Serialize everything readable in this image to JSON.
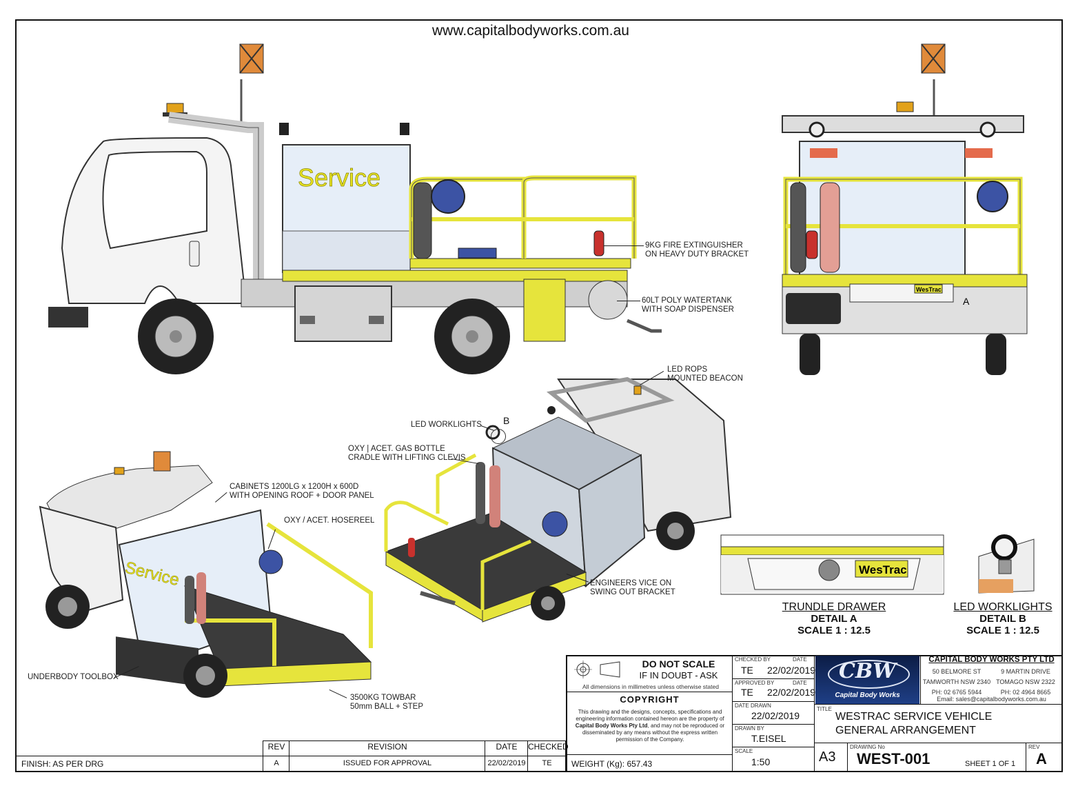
{
  "website": "www.capitalbodyworks.com.au",
  "vehicle_text": {
    "service": "Service",
    "westrac": "WesTrac",
    "detail_letter": "A"
  },
  "callouts": {
    "fire_extinguisher": "9KG FIRE EXTINGUISHER\nON HEAVY DUTY BRACKET",
    "watertank": "60LT POLY WATERTANK\nWITH SOAP DISPENSER",
    "beacon": "LED ROPS\nMOUNTED BEACON",
    "worklights": "LED WORKLIGHTS",
    "gas_bottle": "OXY | ACET. GAS BOTTLE\nCRADLE WITH LIFTING CLEVIS",
    "cabinets": "CABINETS 1200LG x 1200H x 600D\nWITH OPENING ROOF + DOOR PANEL",
    "hosereel": "OXY / ACET. HOSEREEL",
    "vice": "ENGINEERS VICE ON\nSWING OUT BRACKET",
    "toolbox": "UNDERBODY TOOLBOX",
    "towbar": "3500KG TOWBAR\n50mm BALL + STEP",
    "marker_b": "B"
  },
  "details": {
    "a": {
      "name": "TRUNDLE DRAWER",
      "label": "DETAIL A",
      "scale": "SCALE 1 : 12.5"
    },
    "b": {
      "name": "LED WORKLIGHTS",
      "label": "DETAIL B",
      "scale": "SCALE 1 : 12.5"
    }
  },
  "title_block": {
    "finish": "FINISH:  AS PER DRG",
    "rev_header": "REV",
    "revision_header": "REVISION",
    "date_header": "DATE",
    "checked_header": "CHECKED",
    "rev_row": {
      "rev": "A",
      "revision": "ISSUED FOR APPROVAL",
      "date": "22/02/2019",
      "checked": "TE"
    },
    "do_not_scale": "DO NOT SCALE",
    "if_in_doubt": "IF IN DOUBT - ASK",
    "dimensions_note": "All dimensions in millimetres unless otherwise stated",
    "copyright_title": "COPYRIGHT",
    "copyright_text_1": "This drawing and the designs, concepts, specifications and engineering information contained hereon are the property of ",
    "copyright_company": "Capital Body Works Pty Ltd",
    "copyright_text_2": ", and may not be reproduced or disseminated by any means without the express written permission of the Company.",
    "weight": "WEIGHT (Kg):  657.43",
    "checked_by_label": "CHECKED BY",
    "checked_by": "TE",
    "checked_date_label": "DATE",
    "checked_date": "22/02/2019",
    "approved_by_label": "APPROVED BY",
    "approved_by": "TE",
    "approved_date_label": "DATE",
    "approved_date": "22/02/2019",
    "date_drawn_label": "DATE DRAWN",
    "date_drawn": "22/02/2019",
    "drawn_by_label": "DRAWN BY",
    "drawn_by": "T.EISEL",
    "scale_label": "SCALE",
    "scale": "1:50",
    "logo_text": "CBW",
    "logo_tagline": "Capital Body Works",
    "company_name": "CAPITAL BODY WORKS PTY LTD",
    "addr1_line1": "50 BELMORE ST",
    "addr1_line2": "TAMWORTH NSW 2340",
    "addr1_phone": "PH: 02 6765 5944",
    "addr2_line1": "9 MARTIN DRIVE",
    "addr2_line2": "TOMAGO NSW 2322",
    "addr2_phone": "PH: 02 4964 8665",
    "email": "Email: sales@capitalbodyworks.com.au",
    "title_label": "TITLE",
    "title_line1": "WESTRAC SERVICE VEHICLE",
    "title_line2": "GENERAL ARRANGEMENT",
    "size": "A3",
    "drawing_no_label": "DRAWING No",
    "drawing_no": "WEST-001",
    "sheet": "SHEET 1 OF 1",
    "rev_label": "REV",
    "rev": "A"
  }
}
